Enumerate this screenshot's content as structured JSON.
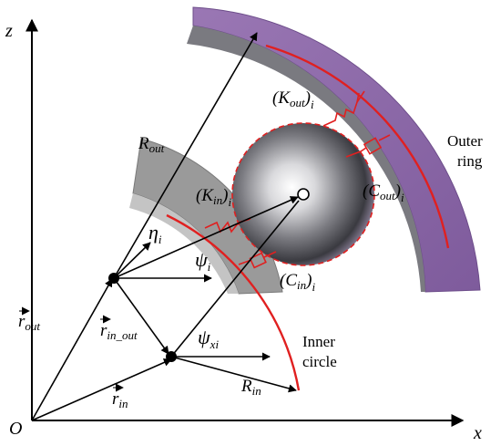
{
  "axes": {
    "z": "z",
    "x": "x",
    "origin": "O"
  },
  "outer_ring_label": [
    "Outer",
    "ring"
  ],
  "inner_circle_label": [
    "Inner",
    "circle"
  ],
  "labels": {
    "R_out": {
      "main": "R",
      "sub": "out"
    },
    "R_in": {
      "main": "R",
      "sub": "in"
    },
    "K_out": {
      "main": "(K",
      "sub1": "out",
      "close": ")",
      "sub2": "i"
    },
    "K_in": {
      "main": "(K",
      "sub1": "in",
      "close": ")",
      "sub2": "i"
    },
    "C_out": {
      "main": "(C",
      "sub1": "out",
      "close": ")",
      "sub2": "i"
    },
    "C_in": {
      "main": "(C",
      "sub1": "in",
      "close": ")",
      "sub2": "i"
    },
    "eta": {
      "main": "η",
      "sub": "i"
    },
    "psi": {
      "main": "ψ",
      "sub": "i"
    },
    "psi_x": {
      "main": "ψ",
      "sub": "xi"
    },
    "r_out": {
      "main": "r",
      "sub": "out"
    },
    "r_in_out": {
      "main": "r",
      "sub": "in_out"
    },
    "r_in": {
      "main": "r",
      "sub": "in"
    }
  },
  "colors": {
    "outer_ring": "#8e6aa8",
    "outer_ring_edge": "#7a7a80",
    "inner_ring": "#8f8f8f",
    "spring": "#e02020"
  }
}
